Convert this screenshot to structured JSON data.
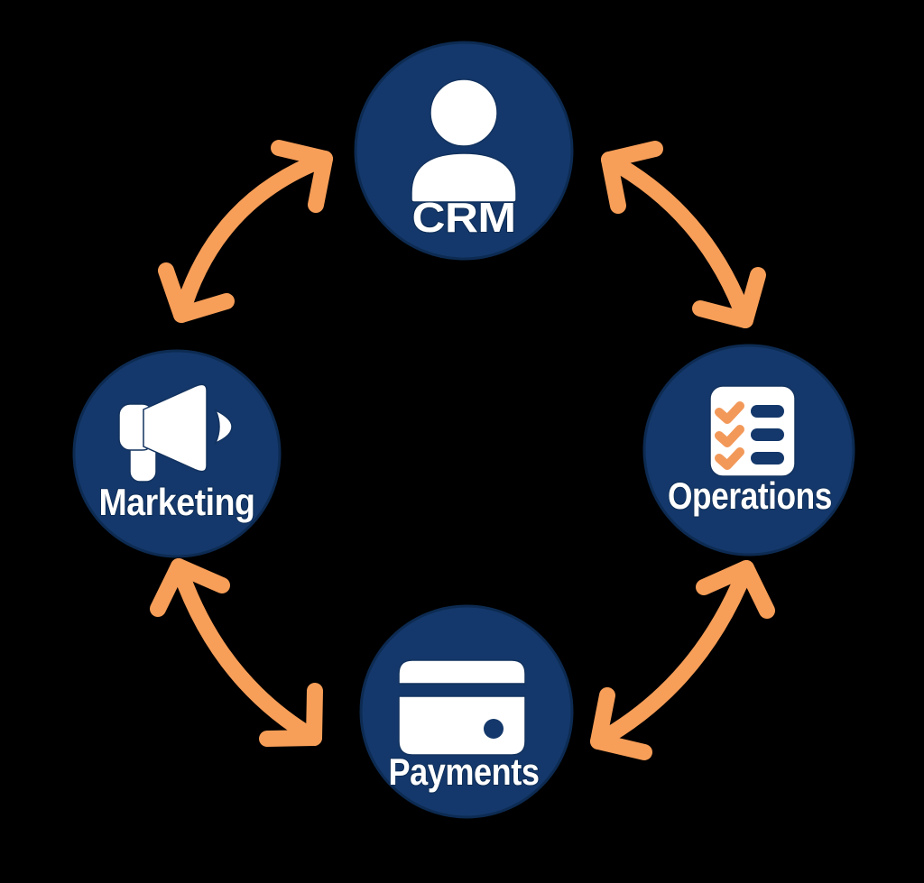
{
  "colors": {
    "background": "#000000",
    "node_fill": "#14386B",
    "node_edge": "#0D2B52",
    "icon": "#FFFFFF",
    "label": "#FFFFFF",
    "arrow": "#F79E58",
    "check": "#F2995A"
  },
  "nodes": [
    {
      "id": "crm",
      "label": "CRM",
      "icon": "user-icon",
      "position": "top"
    },
    {
      "id": "marketing",
      "label": "Marketing",
      "icon": "megaphone-icon",
      "position": "left"
    },
    {
      "id": "operations",
      "label": "Operations",
      "icon": "checklist-icon",
      "position": "right"
    },
    {
      "id": "payments",
      "label": "Payments",
      "icon": "credit-card-icon",
      "position": "bottom"
    }
  ],
  "connections": [
    {
      "between": [
        "Marketing",
        "CRM"
      ],
      "style": "double-headed-curved-arrow"
    },
    {
      "between": [
        "CRM",
        "Operations"
      ],
      "style": "double-headed-curved-arrow"
    },
    {
      "between": [
        "Operations",
        "Payments"
      ],
      "style": "double-headed-curved-arrow"
    },
    {
      "between": [
        "Payments",
        "Marketing"
      ],
      "style": "double-headed-curved-arrow"
    }
  ]
}
